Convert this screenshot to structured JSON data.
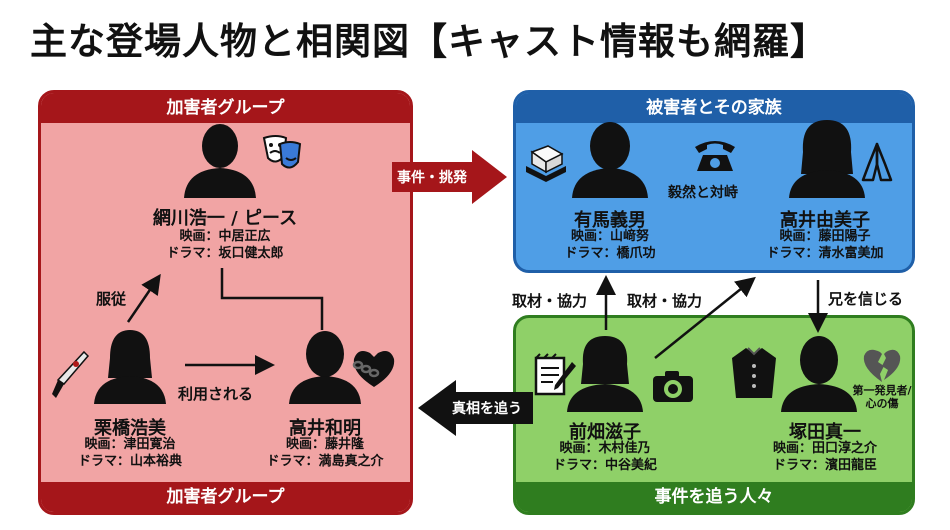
{
  "title": "主な登場人物と相関図【キャスト情報も網羅】",
  "groups": {
    "perpetrators": {
      "header_top": "加害者グループ",
      "header_bottom": "加害者グループ",
      "color": "#a5161a"
    },
    "victims": {
      "header": "被害者とその家族",
      "color": "#1f5fa8"
    },
    "chasers": {
      "header": "事件を追う人々",
      "color": "#2f7d1f"
    }
  },
  "people": {
    "amikawa": {
      "name": "網川浩一 / ピース",
      "movie": "映画：中居正広",
      "drama": "ドラマ：坂口健太郎"
    },
    "kurihashi": {
      "name": "栗橋浩美",
      "movie": "映画：津田寛治",
      "drama": "ドラマ：山本裕典"
    },
    "takai_kazuaki": {
      "name": "高井和明",
      "movie": "映画：藤井隆",
      "drama": "ドラマ：満島真之介"
    },
    "arima": {
      "name": "有馬義男",
      "movie": "映画：山﨑努",
      "drama": "ドラマ：橋爪功"
    },
    "takai_yumiko": {
      "name": "高井由美子",
      "movie": "映画：藤田陽子",
      "drama": "ドラマ：清水富美加"
    },
    "maehata": {
      "name": "前畑滋子",
      "movie": "映画：木村佳乃",
      "drama": "ドラマ：中谷美紀"
    },
    "tsukada": {
      "name": "塚田真一",
      "movie": "映画：田口淳之介",
      "drama": "ドラマ：濱田龍臣"
    }
  },
  "relations": {
    "obey": "服従",
    "used": "利用される",
    "incident": "事件・挑発",
    "confront": "毅然と対峙",
    "coverage1": "取材・協力",
    "coverage2": "取材・協力",
    "believe": "兄を信じる",
    "truth": "真相を追う"
  },
  "notes": {
    "tsukada_note_line1": "第一発見者/",
    "tsukada_note_line2": "心の傷"
  },
  "icons": [
    "theater-mask-icon",
    "tofu-icon",
    "telephone-icon",
    "praying-hands-icon",
    "knife-icon",
    "heart-chain-icon",
    "notepad-pen-icon",
    "camera-icon",
    "school-uniform-icon",
    "broken-heart-icon"
  ]
}
